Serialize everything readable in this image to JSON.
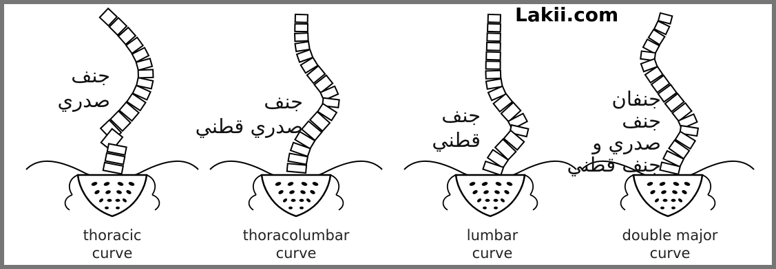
{
  "watermark": "Lakii.com",
  "panels": [
    {
      "caption_line1": "thoracic",
      "caption_line2": "curve",
      "arabic": "جنف\nصدري"
    },
    {
      "caption_line1": "thoracolumbar",
      "caption_line2": "curve",
      "arabic": "جنف\nصدري قطني"
    },
    {
      "caption_line1": "lumbar",
      "caption_line2": "curve",
      "arabic": "جنف\nقطني"
    },
    {
      "caption_line1": "double major",
      "caption_line2": "curve",
      "arabic": "جنفان\nجنف\nصدري و\nجنف قطني"
    }
  ]
}
